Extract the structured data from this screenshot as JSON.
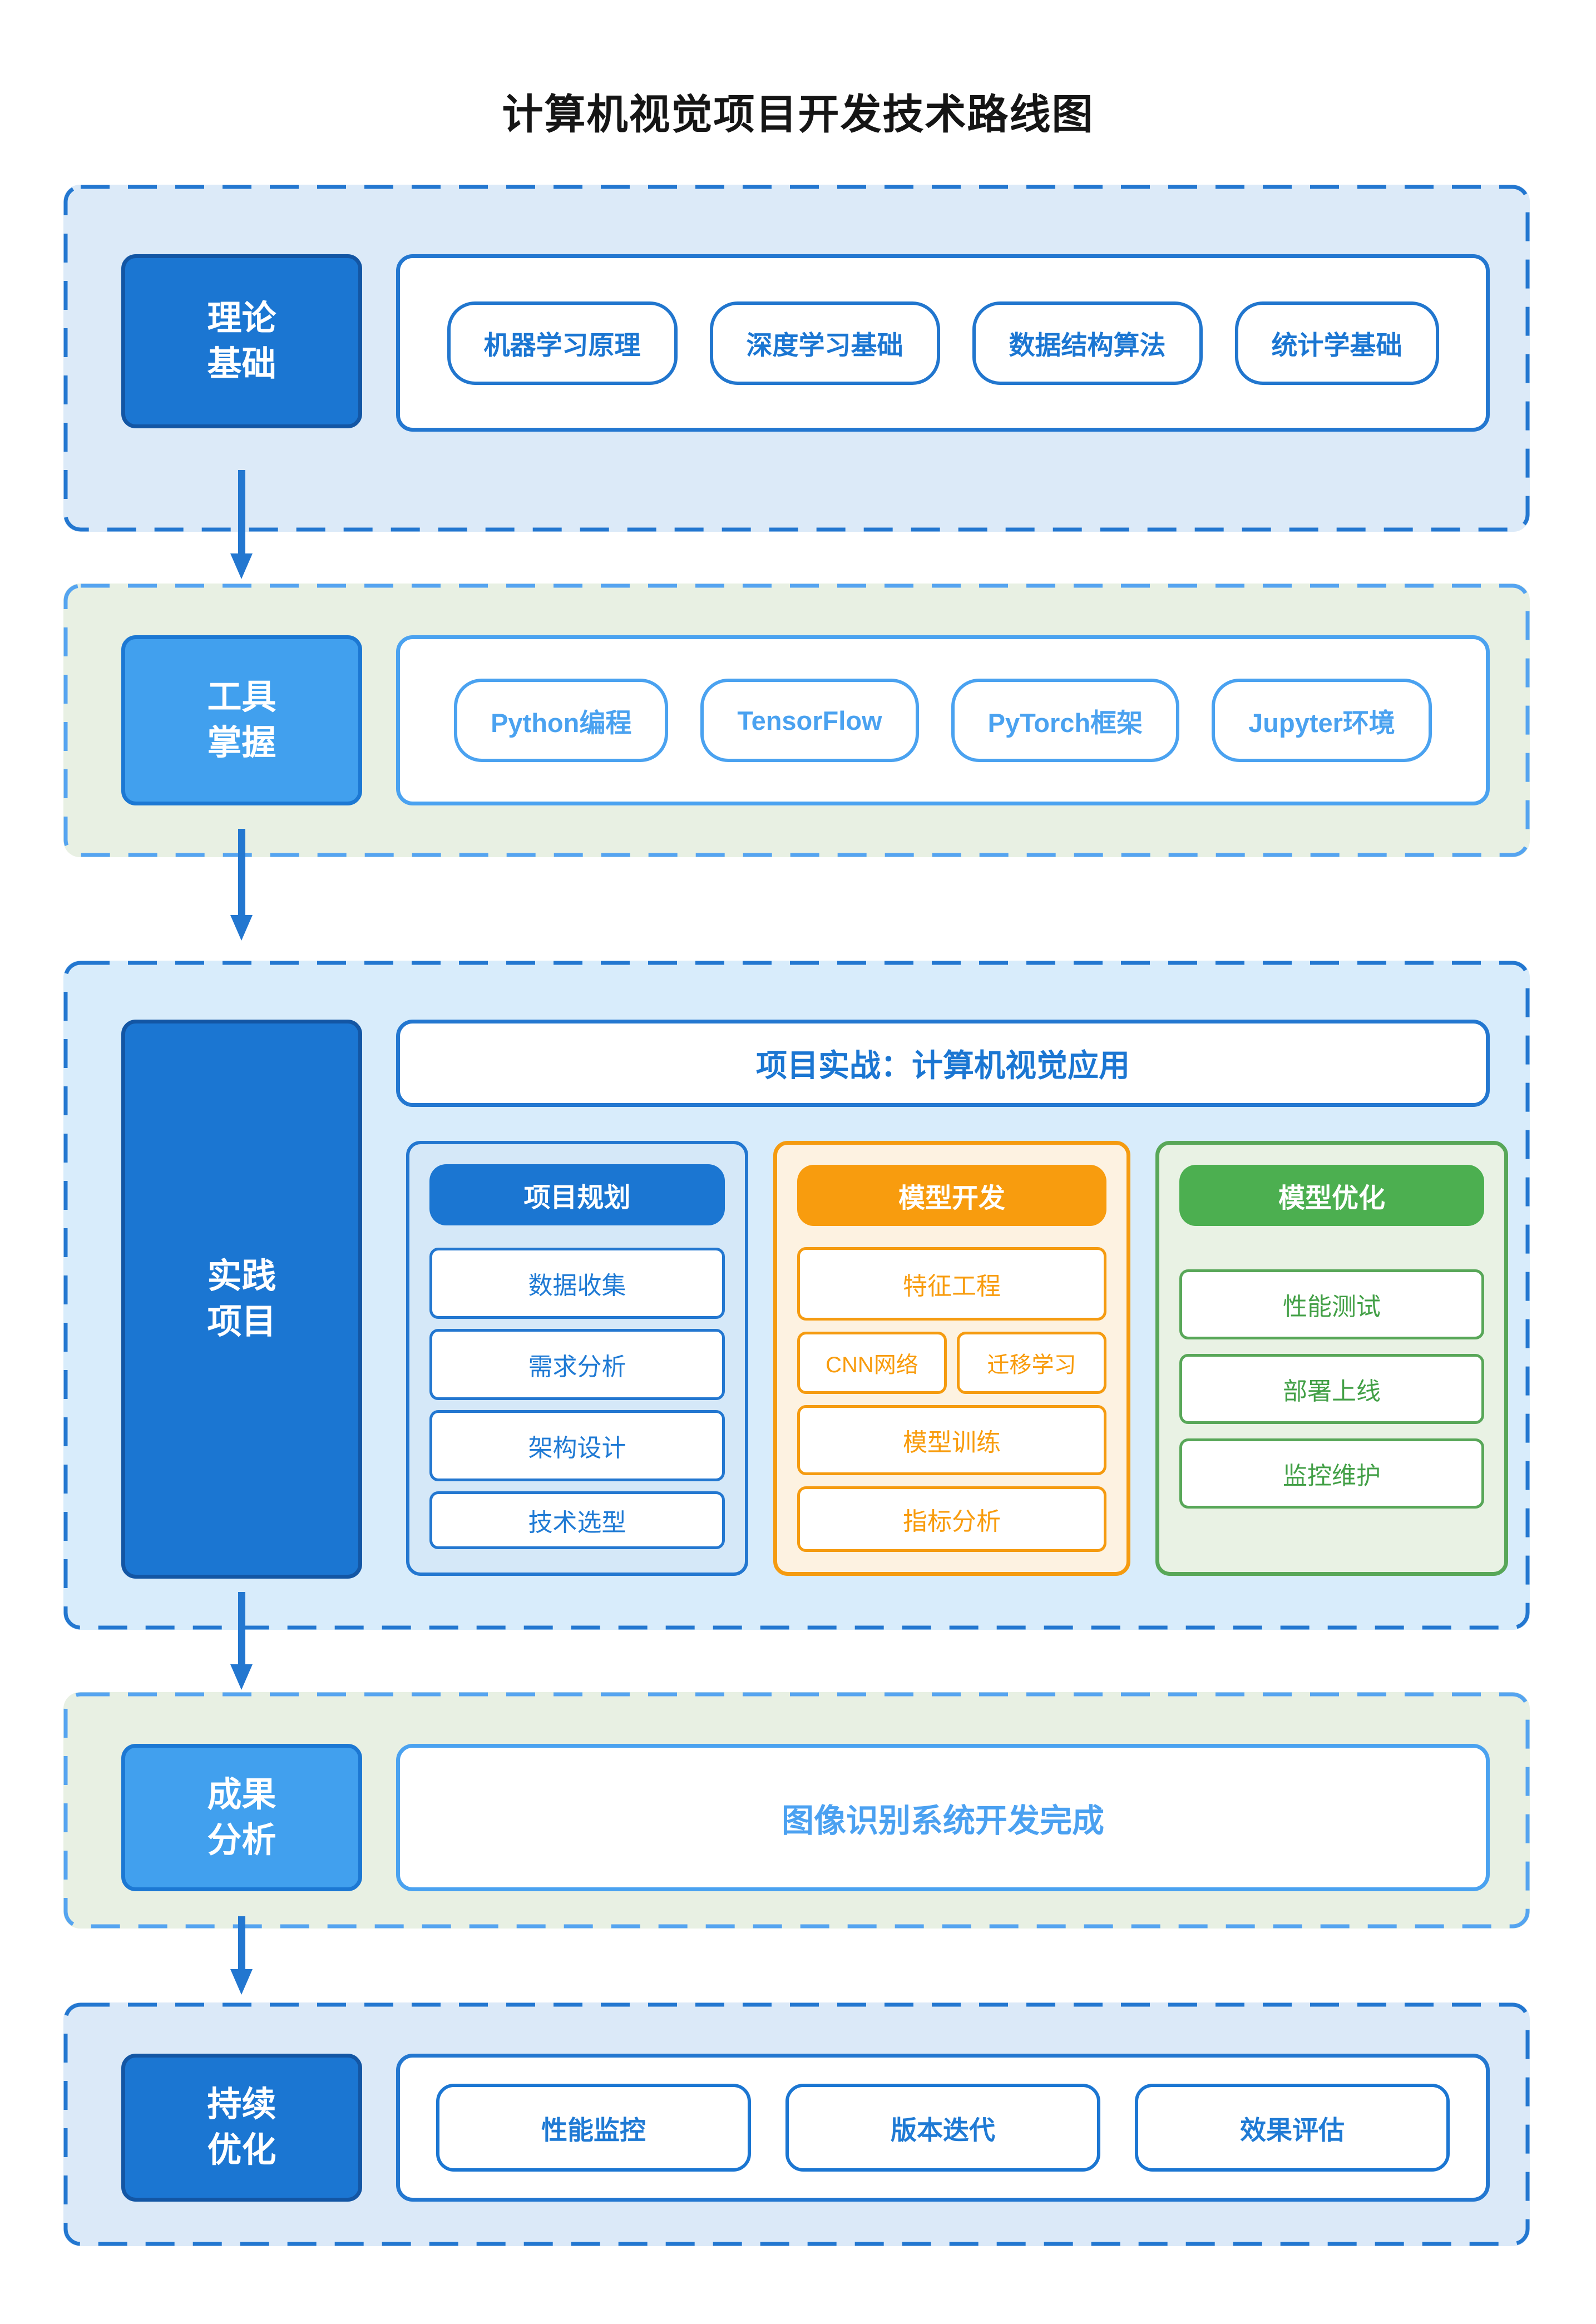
{
  "title": "计算机视觉项目开发技术路线图",
  "stages": {
    "theory": {
      "label": "理论\n基础",
      "pills": [
        "机器学习原理",
        "深度学习基础",
        "数据结构算法",
        "统计学基础"
      ]
    },
    "tools": {
      "label": "工具\n掌握",
      "pills": [
        "Python编程",
        "TensorFlow",
        "PyTorch框架",
        "Jupyter环境"
      ]
    },
    "practice": {
      "label": "实践\n项目",
      "header": "项目实战：计算机视觉应用",
      "planning": {
        "title": "项目规划",
        "items": [
          "数据收集",
          "需求分析",
          "架构设计",
          "技术选型"
        ]
      },
      "development": {
        "title": "模型开发",
        "items": [
          "特征工程",
          "CNN网络",
          "迁移学习",
          "模型训练",
          "指标分析"
        ]
      },
      "optimization": {
        "title": "模型优化",
        "items": [
          "性能测试",
          "部署上线",
          "监控维护"
        ]
      }
    },
    "results": {
      "label": "成果\n分析",
      "content": "图像识别系统开发完成"
    },
    "continuous": {
      "label": "持续\n优化",
      "pills": [
        "性能监控",
        "版本迭代",
        "效果评估"
      ]
    }
  },
  "colors": {
    "primary_blue": "#1B76D2",
    "light_blue": "#41A0EE",
    "orange": "#F89C0E",
    "green": "#4CAF50",
    "dash_dark_blue": "#2377D0",
    "dash_light_blue": "#55A4F0"
  }
}
